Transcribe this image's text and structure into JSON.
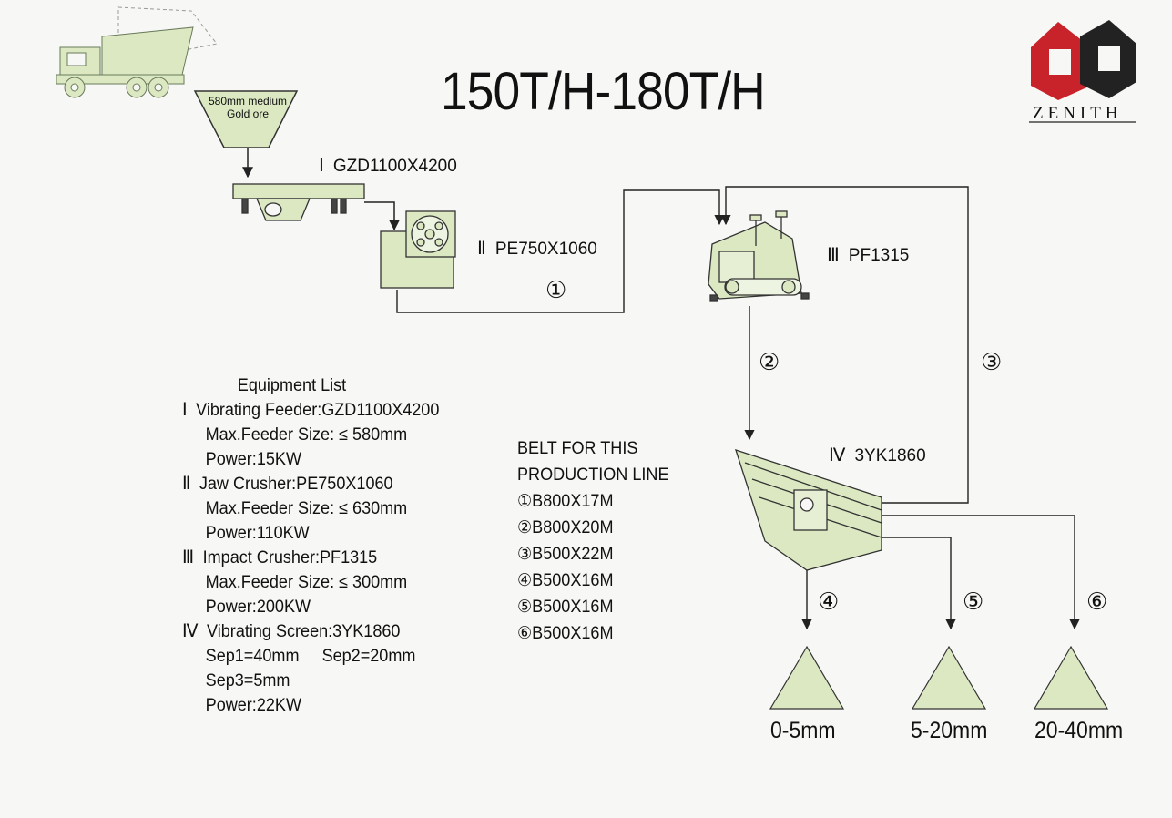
{
  "title": "150T/H-180T/H",
  "brand": {
    "name": "ZENITH",
    "colors": {
      "red": "#c8222a",
      "black": "#222222"
    }
  },
  "feed": {
    "label_line1": "580mm medium",
    "label_line2": "Gold ore"
  },
  "machines": [
    {
      "id": "feeder",
      "numeral": "Ⅰ",
      "model": "GZD1100X4200"
    },
    {
      "id": "jaw",
      "numeral": "Ⅱ",
      "model": "PE750X1060"
    },
    {
      "id": "impact",
      "numeral": "Ⅲ",
      "model": "PF1315"
    },
    {
      "id": "screen",
      "numeral": "Ⅳ",
      "model": "3YK1860"
    }
  ],
  "belt_markers": [
    "①",
    "②",
    "③",
    "④",
    "⑤",
    "⑥"
  ],
  "equipment_list": {
    "heading": "Equipment List",
    "rows": [
      {
        "prefix": "Ⅰ",
        "text": "Vibrating Feeder:GZD1100X4200"
      },
      {
        "prefix": "",
        "text": "Max.Feeder Size: ≤ 580mm"
      },
      {
        "prefix": "",
        "text": "Power:15KW"
      },
      {
        "prefix": "Ⅱ",
        "text": "Jaw Crusher:PE750X1060"
      },
      {
        "prefix": "",
        "text": "Max.Feeder Size: ≤ 630mm"
      },
      {
        "prefix": "",
        "text": "Power:110KW"
      },
      {
        "prefix": "Ⅲ",
        "text": "Impact Crusher:PF1315"
      },
      {
        "prefix": "",
        "text": "Max.Feeder Size: ≤ 300mm"
      },
      {
        "prefix": "",
        "text": "Power:200KW"
      },
      {
        "prefix": "Ⅳ",
        "text": "Vibrating Screen:3YK1860"
      },
      {
        "prefix": "",
        "text": "Sep1=40mm     Sep2=20mm"
      },
      {
        "prefix": "",
        "text": "Sep3=5mm"
      },
      {
        "prefix": "",
        "text": "Power:22KW"
      }
    ]
  },
  "belts": {
    "heading_line1": "BELT FOR THIS",
    "heading_line2": "PRODUCTION LINE",
    "items": [
      "①B800X17M",
      "②B800X20M",
      "③B500X22M",
      "④B500X16M",
      "⑤B500X16M",
      "⑥B500X16M"
    ]
  },
  "products": [
    "0-5mm",
    "5-20mm",
    "20-40mm"
  ],
  "colors": {
    "machine_fill": "#dbe8c2",
    "line": "#333333",
    "background": "#f7f7f5"
  }
}
